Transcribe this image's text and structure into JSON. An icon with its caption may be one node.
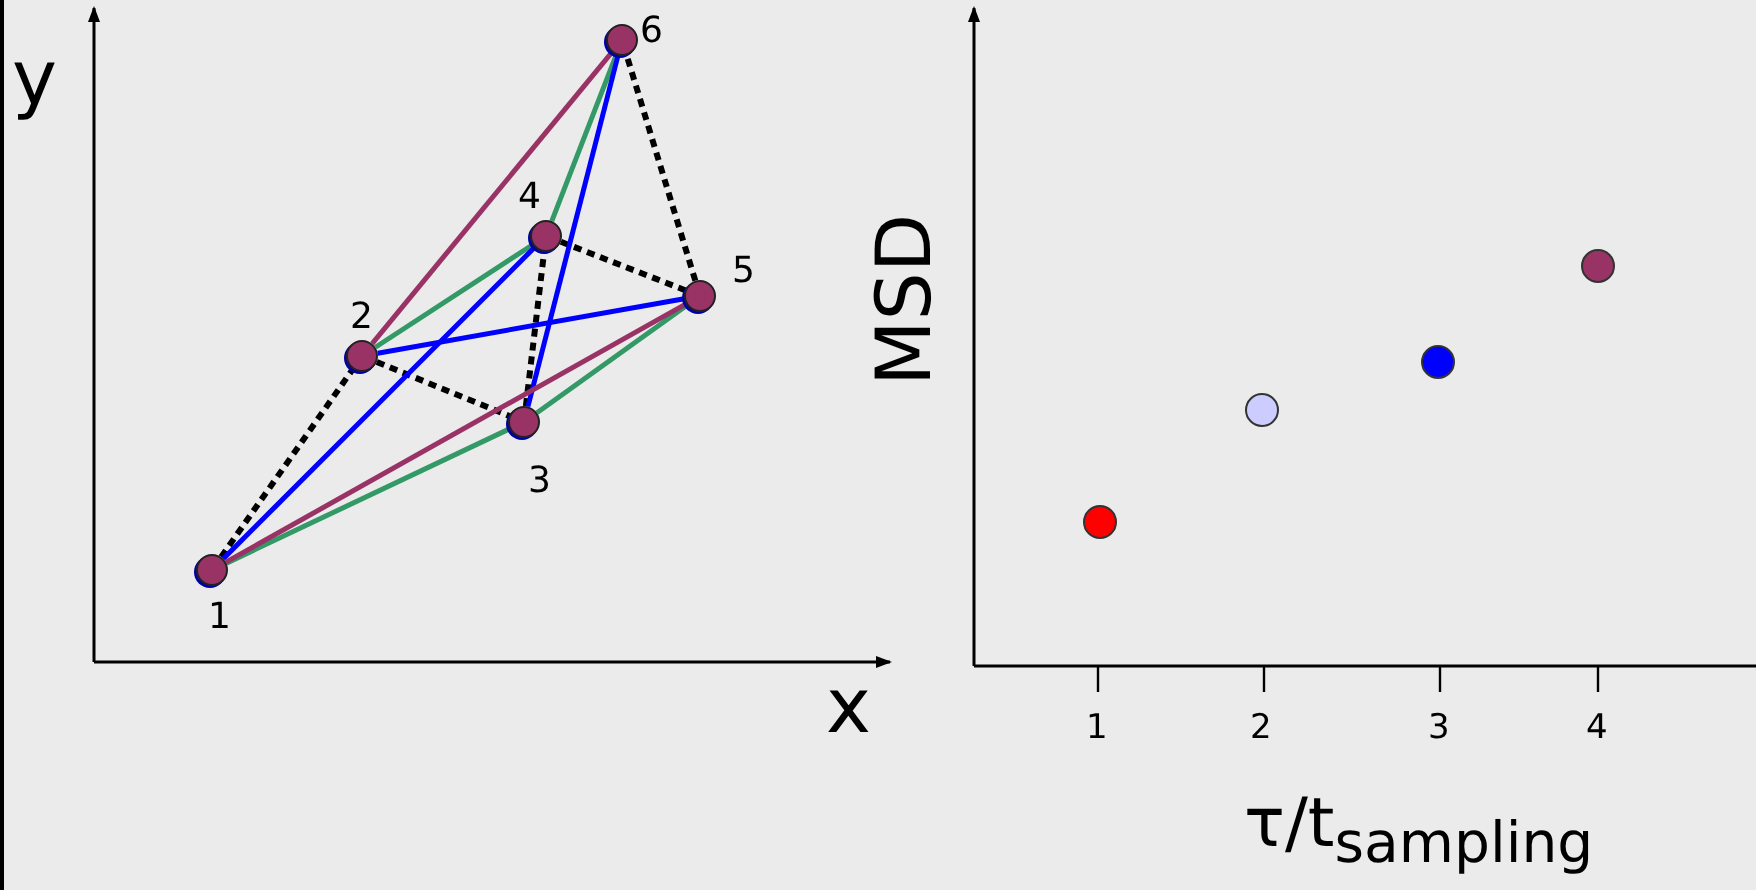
{
  "diagram": {
    "nodes": [
      {
        "text": [],
        "shape": "circle",
        "beside": [
          "1"
        ]
      },
      {
        "text": [],
        "shape": "circle",
        "beside": [
          "2"
        ]
      },
      {
        "text": [],
        "shape": "circle",
        "beside": [
          "3"
        ]
      },
      {
        "text": [],
        "shape": "circle",
        "beside": [
          "4"
        ]
      },
      {
        "text": [],
        "shape": "circle",
        "beside": [
          "5"
        ]
      },
      {
        "text": [],
        "shape": "circle",
        "beside": [
          "6"
        ]
      }
    ],
    "edges": [
      {
        "from": 0,
        "to": 1,
        "arrow": "none",
        "style": "dashed",
        "color": "#000000"
      },
      {
        "from": 1,
        "to": 2,
        "arrow": "none",
        "style": "dashed",
        "color": "#000000"
      },
      {
        "from": 2,
        "to": 3,
        "arrow": "none",
        "style": "dashed",
        "color": "#000000"
      },
      {
        "from": 3,
        "to": 4,
        "arrow": "none",
        "style": "dashed",
        "color": "#000000"
      },
      {
        "from": 4,
        "to": 5,
        "arrow": "none",
        "style": "dashed",
        "color": "#000000"
      },
      {
        "from": 0,
        "to": 2,
        "arrow": "none",
        "color": "#339966"
      },
      {
        "from": 1,
        "to": 3,
        "arrow": "none",
        "color": "#339966"
      },
      {
        "from": 2,
        "to": 4,
        "arrow": "none",
        "color": "#339966"
      },
      {
        "from": 3,
        "to": 5,
        "arrow": "none",
        "color": "#339966"
      },
      {
        "from": 0,
        "to": 3,
        "arrow": "none",
        "color": "#0000ff"
      },
      {
        "from": 1,
        "to": 4,
        "arrow": "none",
        "color": "#0000ff"
      },
      {
        "from": 2,
        "to": 5,
        "arrow": "none",
        "color": "#0000ff"
      },
      {
        "from": 0,
        "to": 4,
        "arrow": "none",
        "color": "#993366"
      },
      {
        "from": 1,
        "to": 5,
        "arrow": "none",
        "color": "#993366"
      }
    ],
    "labels": [
      "y",
      "x",
      "MSD",
      "1",
      "2",
      "3",
      "4",
      "τ/t$_{sampling}$"
    ]
  }
}
